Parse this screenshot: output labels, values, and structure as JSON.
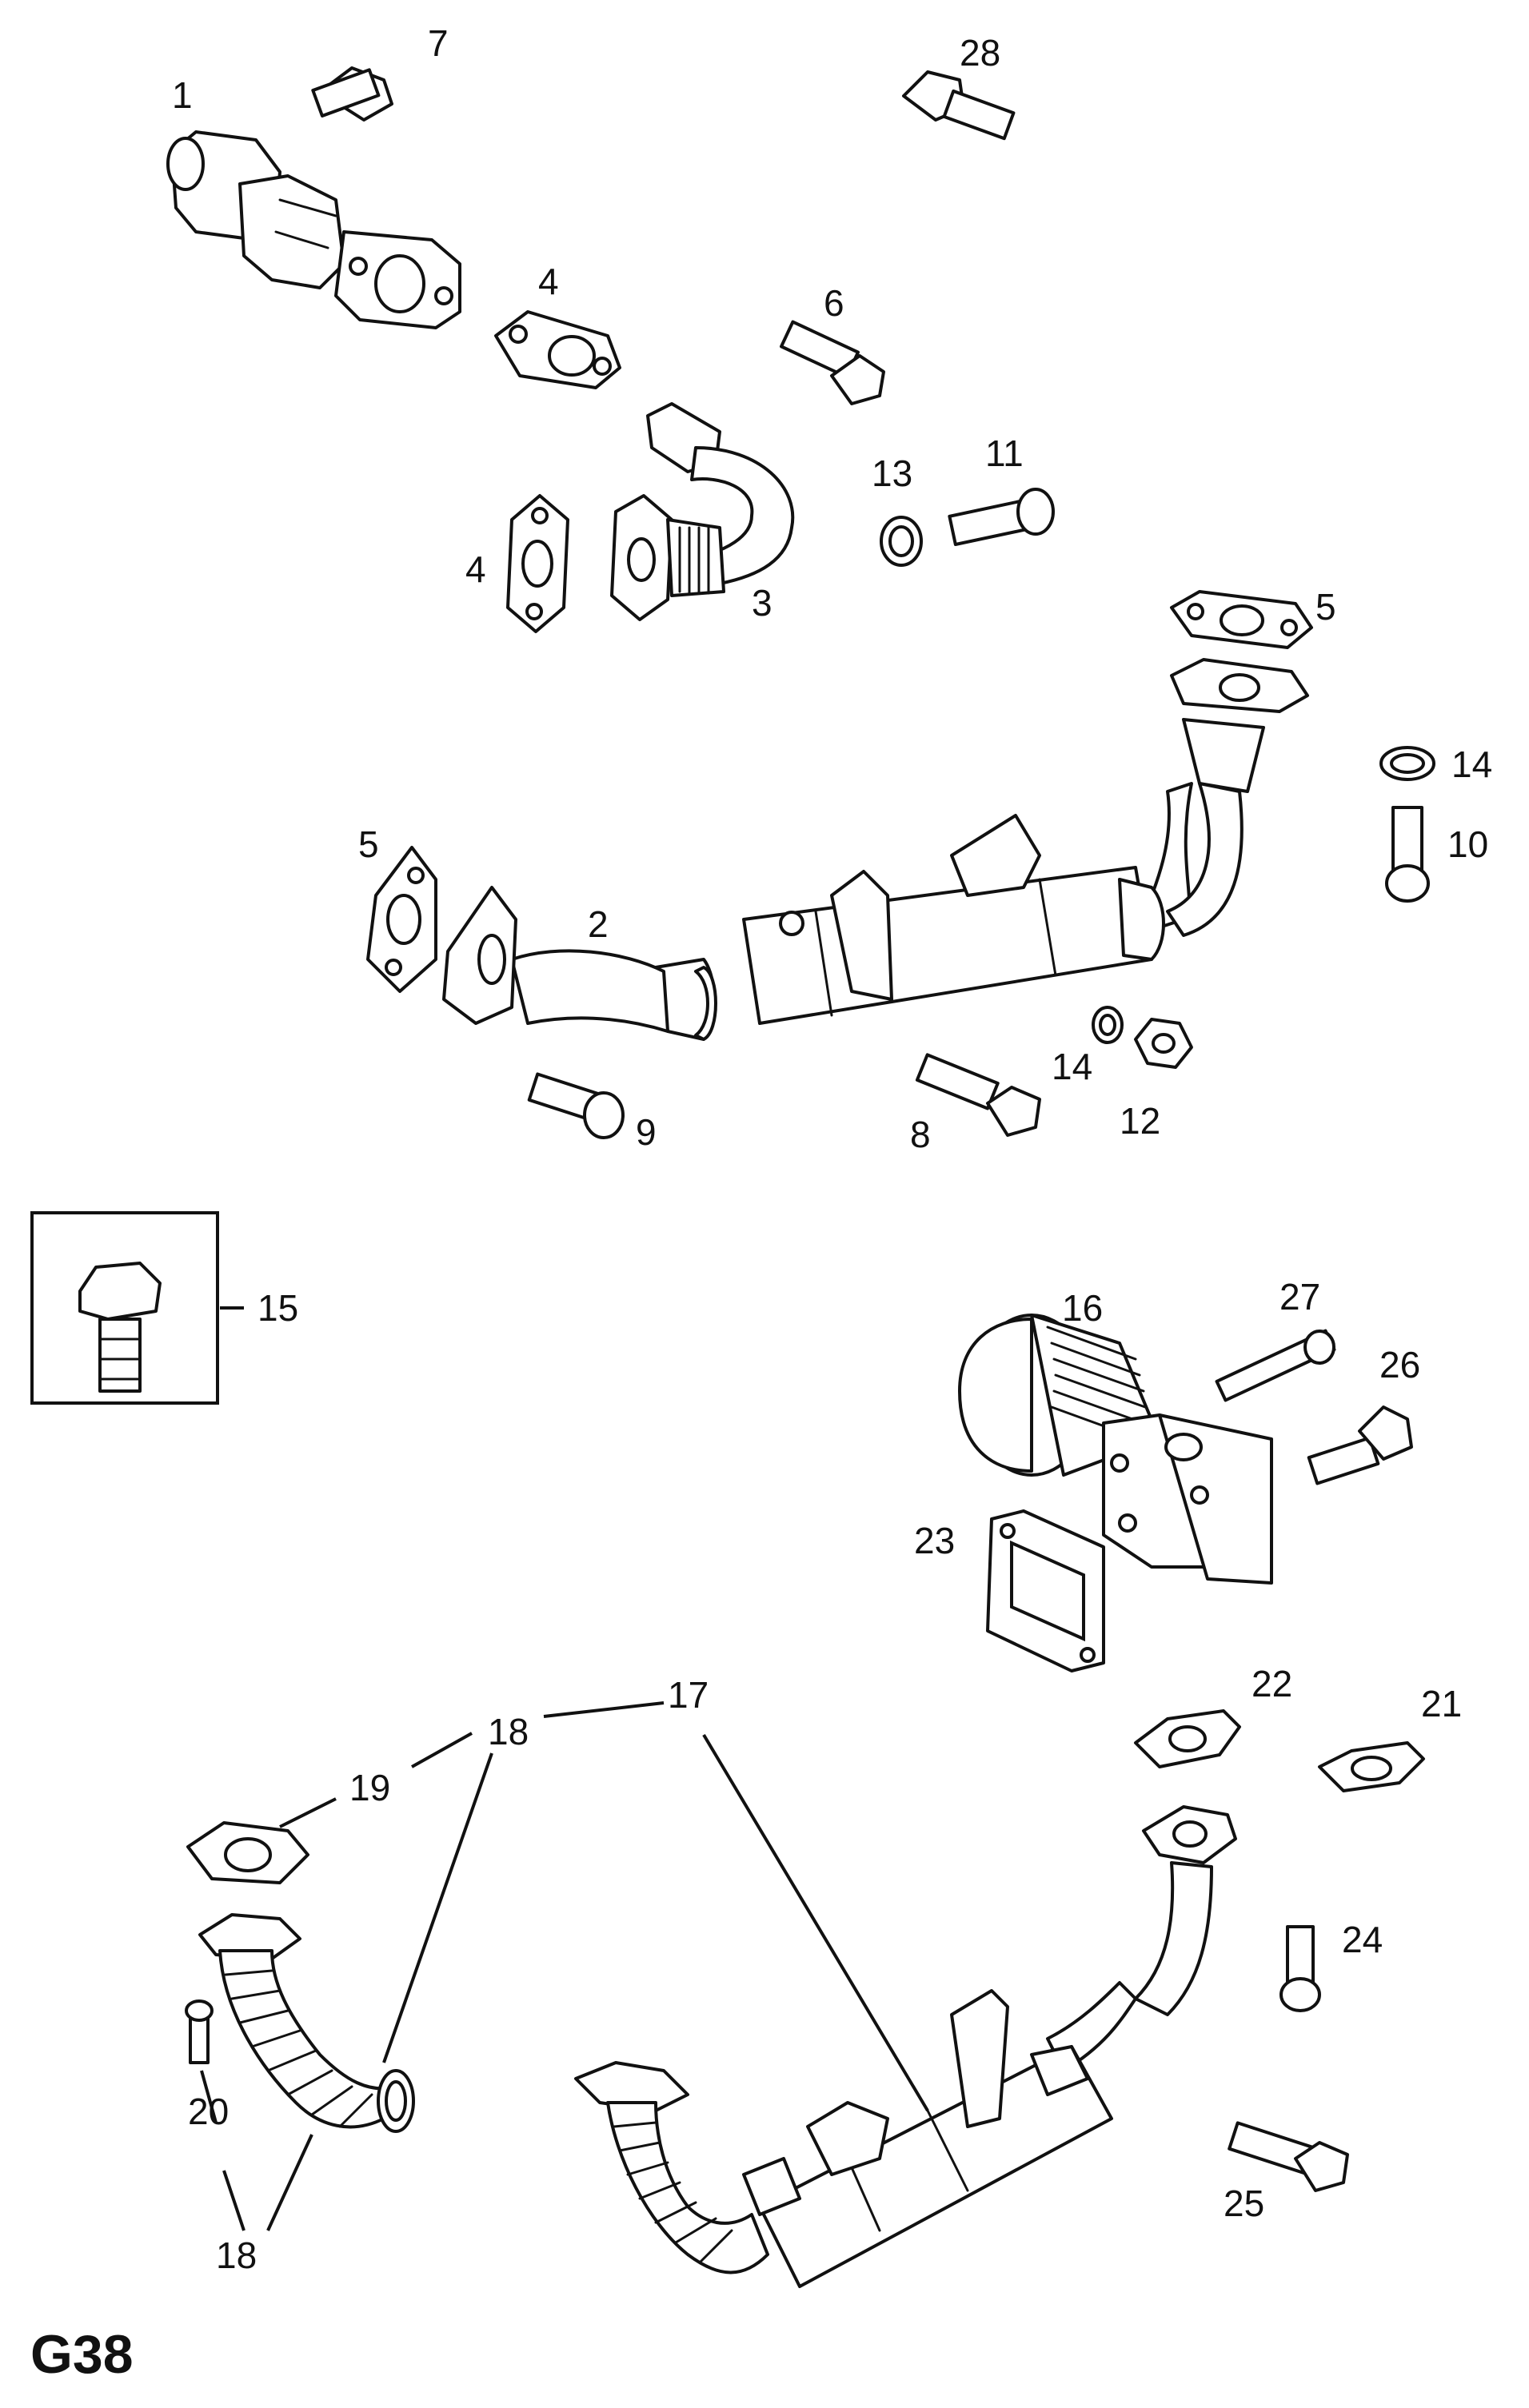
{
  "diagram": {
    "page_code": "G38",
    "callouts": {
      "c1": "1",
      "c2": "2",
      "c3": "3",
      "c4a": "4",
      "c4b": "4",
      "c5a": "5",
      "c5b": "5",
      "c6": "6",
      "c7": "7",
      "c8": "8",
      "c9": "9",
      "c10": "10",
      "c11": "11",
      "c12": "12",
      "c13": "13",
      "c14a": "14",
      "c14b": "14",
      "c15": "15",
      "c16": "16",
      "c17": "17",
      "c18a": "18",
      "c18b": "18",
      "c19": "19",
      "c20": "20",
      "c21": "21",
      "c22": "22",
      "c23": "23",
      "c24": "24",
      "c25": "25",
      "c26": "26",
      "c27": "27",
      "c28": "28"
    }
  }
}
